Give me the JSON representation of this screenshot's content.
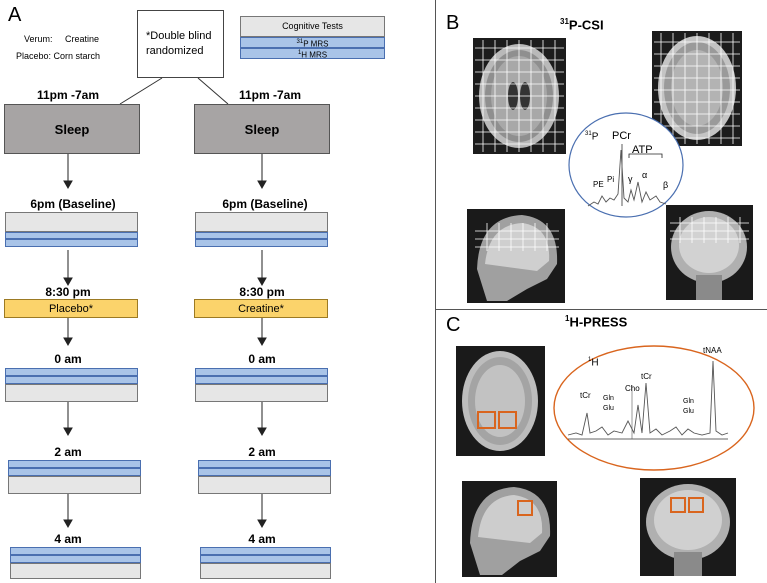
{
  "panels": {
    "a": "A",
    "b": "B",
    "c": "C"
  },
  "legend": {
    "verum_label": "Verum:",
    "verum_value": "Creatine",
    "placebo_label": "Placebo:",
    "placebo_value": "Corn starch",
    "double_blind": "*Double blind randomized",
    "cognitive_tests": "Cognitive Tests",
    "p_mrs_sup": "31",
    "p_mrs": "P MRS",
    "h_mrs_sup": "1",
    "h_mrs": "H MRS"
  },
  "timeline": {
    "sleep_time": "11pm -7am",
    "sleep": "Sleep",
    "baseline": "6pm (Baseline)",
    "intervention_time": "8:30 pm",
    "placebo_box": "Placebo*",
    "creatine_box": "Creatine*",
    "t0": "0 am",
    "t2": "2 am",
    "t4": "4 am"
  },
  "panel_b": {
    "title_sup": "31",
    "title": "P-CSI",
    "spectrum": {
      "nucleus_sup": "31",
      "nucleus": "P",
      "pcr": "PCr",
      "atp": "ATP",
      "pe": "PE",
      "pi": "Pi",
      "gamma": "γ",
      "alpha": "α",
      "beta": "β"
    }
  },
  "panel_c": {
    "title_sup": "1",
    "title": "H-PRESS",
    "spectrum": {
      "nucleus_sup": "1",
      "nucleus": "H",
      "tcr_left": "tCr",
      "gln_left": "Gln",
      "glu_left": "Glu",
      "cho": "Cho",
      "tcr_mid": "tCr",
      "gln_right": "Gln",
      "glu_right": "Glu",
      "tnaa": "tNAA"
    }
  },
  "colors": {
    "sleep": "#a7a4a4",
    "gray_bar": "#e6e6e6",
    "blue_bar": "#a9c4e8",
    "yellow": "#fbd36b",
    "orange": "#d9651e",
    "circle_blue": "#4a6fb0"
  }
}
